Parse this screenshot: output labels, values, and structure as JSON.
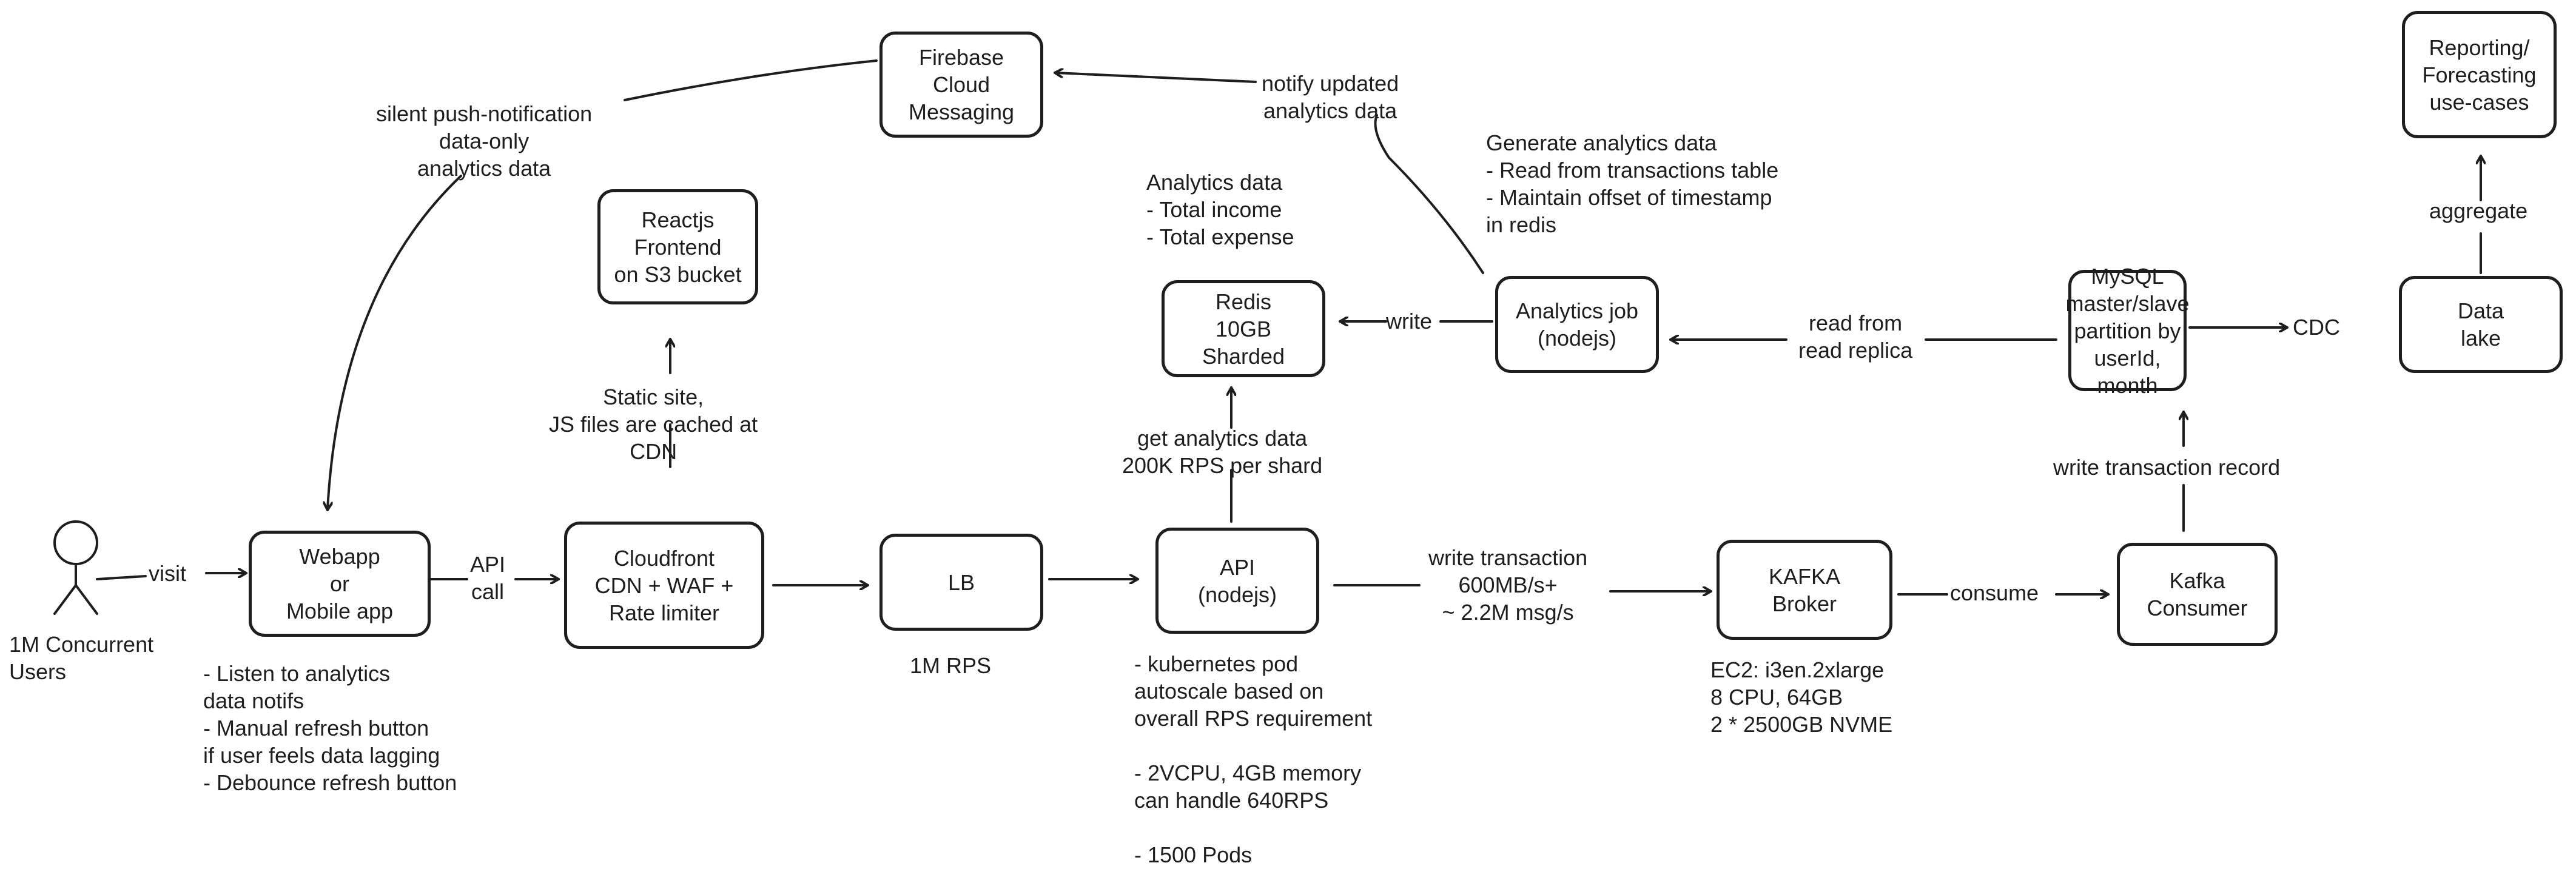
{
  "nodes": {
    "user_caption": "1M Concurrent\nUsers",
    "webapp": "Webapp\nor\nMobile app",
    "cloudfront": "Cloudfront\nCDN + WAF +\nRate limiter",
    "lb": "LB",
    "api": "API\n(nodejs)",
    "kafka_broker": "KAFKA\nBroker",
    "kafka_consumer": "Kafka\nConsumer",
    "mysql": "MySQL\nmaster/slave\npartition by\nuserId, month",
    "data_lake": "Data\nlake",
    "reporting": "Reporting/\nForecasting\nuse-cases",
    "analytics_job": "Analytics job\n(nodejs)",
    "redis": "Redis\n10GB\nSharded",
    "firebase": "Firebase\nCloud\nMessaging",
    "reactjs": "Reactjs\nFrontend\non S3 bucket"
  },
  "edge_labels": {
    "visit": "visit",
    "api_call": "API\ncall",
    "write_transaction": "write transaction\n600MB/s+\n~ 2.2M msg/s",
    "consume": "consume",
    "write_transaction_record": "write transaction record",
    "cdc": "CDC",
    "aggregate": "aggregate",
    "read_from_replica": "read from\nread replica",
    "write": "write",
    "get_analytics": "get analytics data\n200K RPS per shard",
    "notify": "notify updated\nanalytics data",
    "silent_push": "silent push-notification\ndata-only\nanalytics data",
    "static_site": "Static site,\nJS files are cached at\nCDN"
  },
  "notes": {
    "webapp_notes": "- Listen to analytics\n  data notifs\n- Manual refresh button\n  if user feels data lagging\n- Debounce refresh button",
    "lb_rps": "1M RPS",
    "api_notes": "- kubernetes pod\n  autoscale based on\n  overall RPS requirement\n\n- 2VCPU, 4GB memory\n   can handle 640RPS\n\n- 1500 Pods",
    "kafka_notes": "EC2: i3en.2xlarge\n8 CPU, 64GB\n2 * 2500GB NVME",
    "redis_notes": "Analytics data\n- Total income\n- Total expense",
    "analytics_notes": "Generate analytics data\n- Read from transactions table\n- Maintain offset of timestamp\n  in redis"
  },
  "colors": {
    "stroke": "#1e1e1e",
    "background": "#ffffff"
  }
}
